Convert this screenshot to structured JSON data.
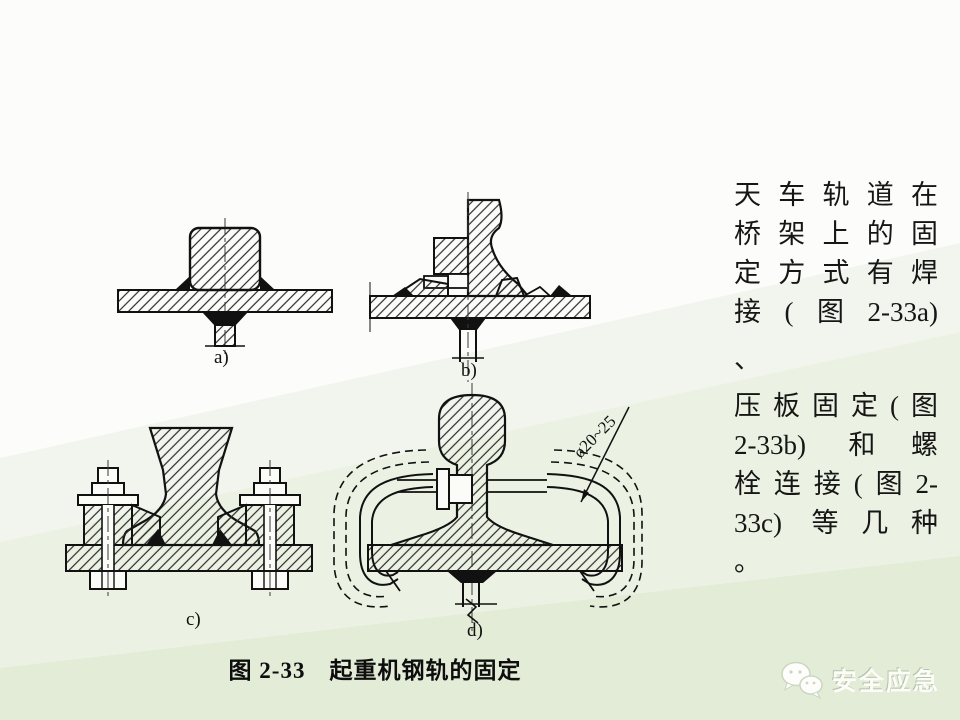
{
  "slide": {
    "side_paragraph": {
      "full_text": "天车轨道在桥架上的固定方式有焊接(图2-33a)、压板固定(图2-33b)和螺栓连接(图2-33c)等几种。",
      "lines": [
        "天车轨道在",
        "桥架上的固",
        "定方式有焊",
        "接(图2-33a)",
        "、",
        "压板固定(图",
        "2-33b) 和螺",
        "栓连接(图2-",
        "33c) 等几种",
        "。"
      ]
    },
    "figure": {
      "caption": "图 2-33　起重机钢轨的固定",
      "subfigures": [
        {
          "label": "a)"
        },
        {
          "label": "b)"
        },
        {
          "label": "c)"
        },
        {
          "label": "d)",
          "dimension_label": "ø20~25"
        }
      ]
    },
    "watermark": {
      "text": "安全应急",
      "icon": "wechat-chat-bubbles-icon"
    },
    "colors": {
      "background": "#fcfdfb",
      "band_light_gray": "#f2f5ee",
      "band_light_green": "#ecf2e3",
      "band_green": "#e3ecd6",
      "ink": "#111111"
    }
  }
}
